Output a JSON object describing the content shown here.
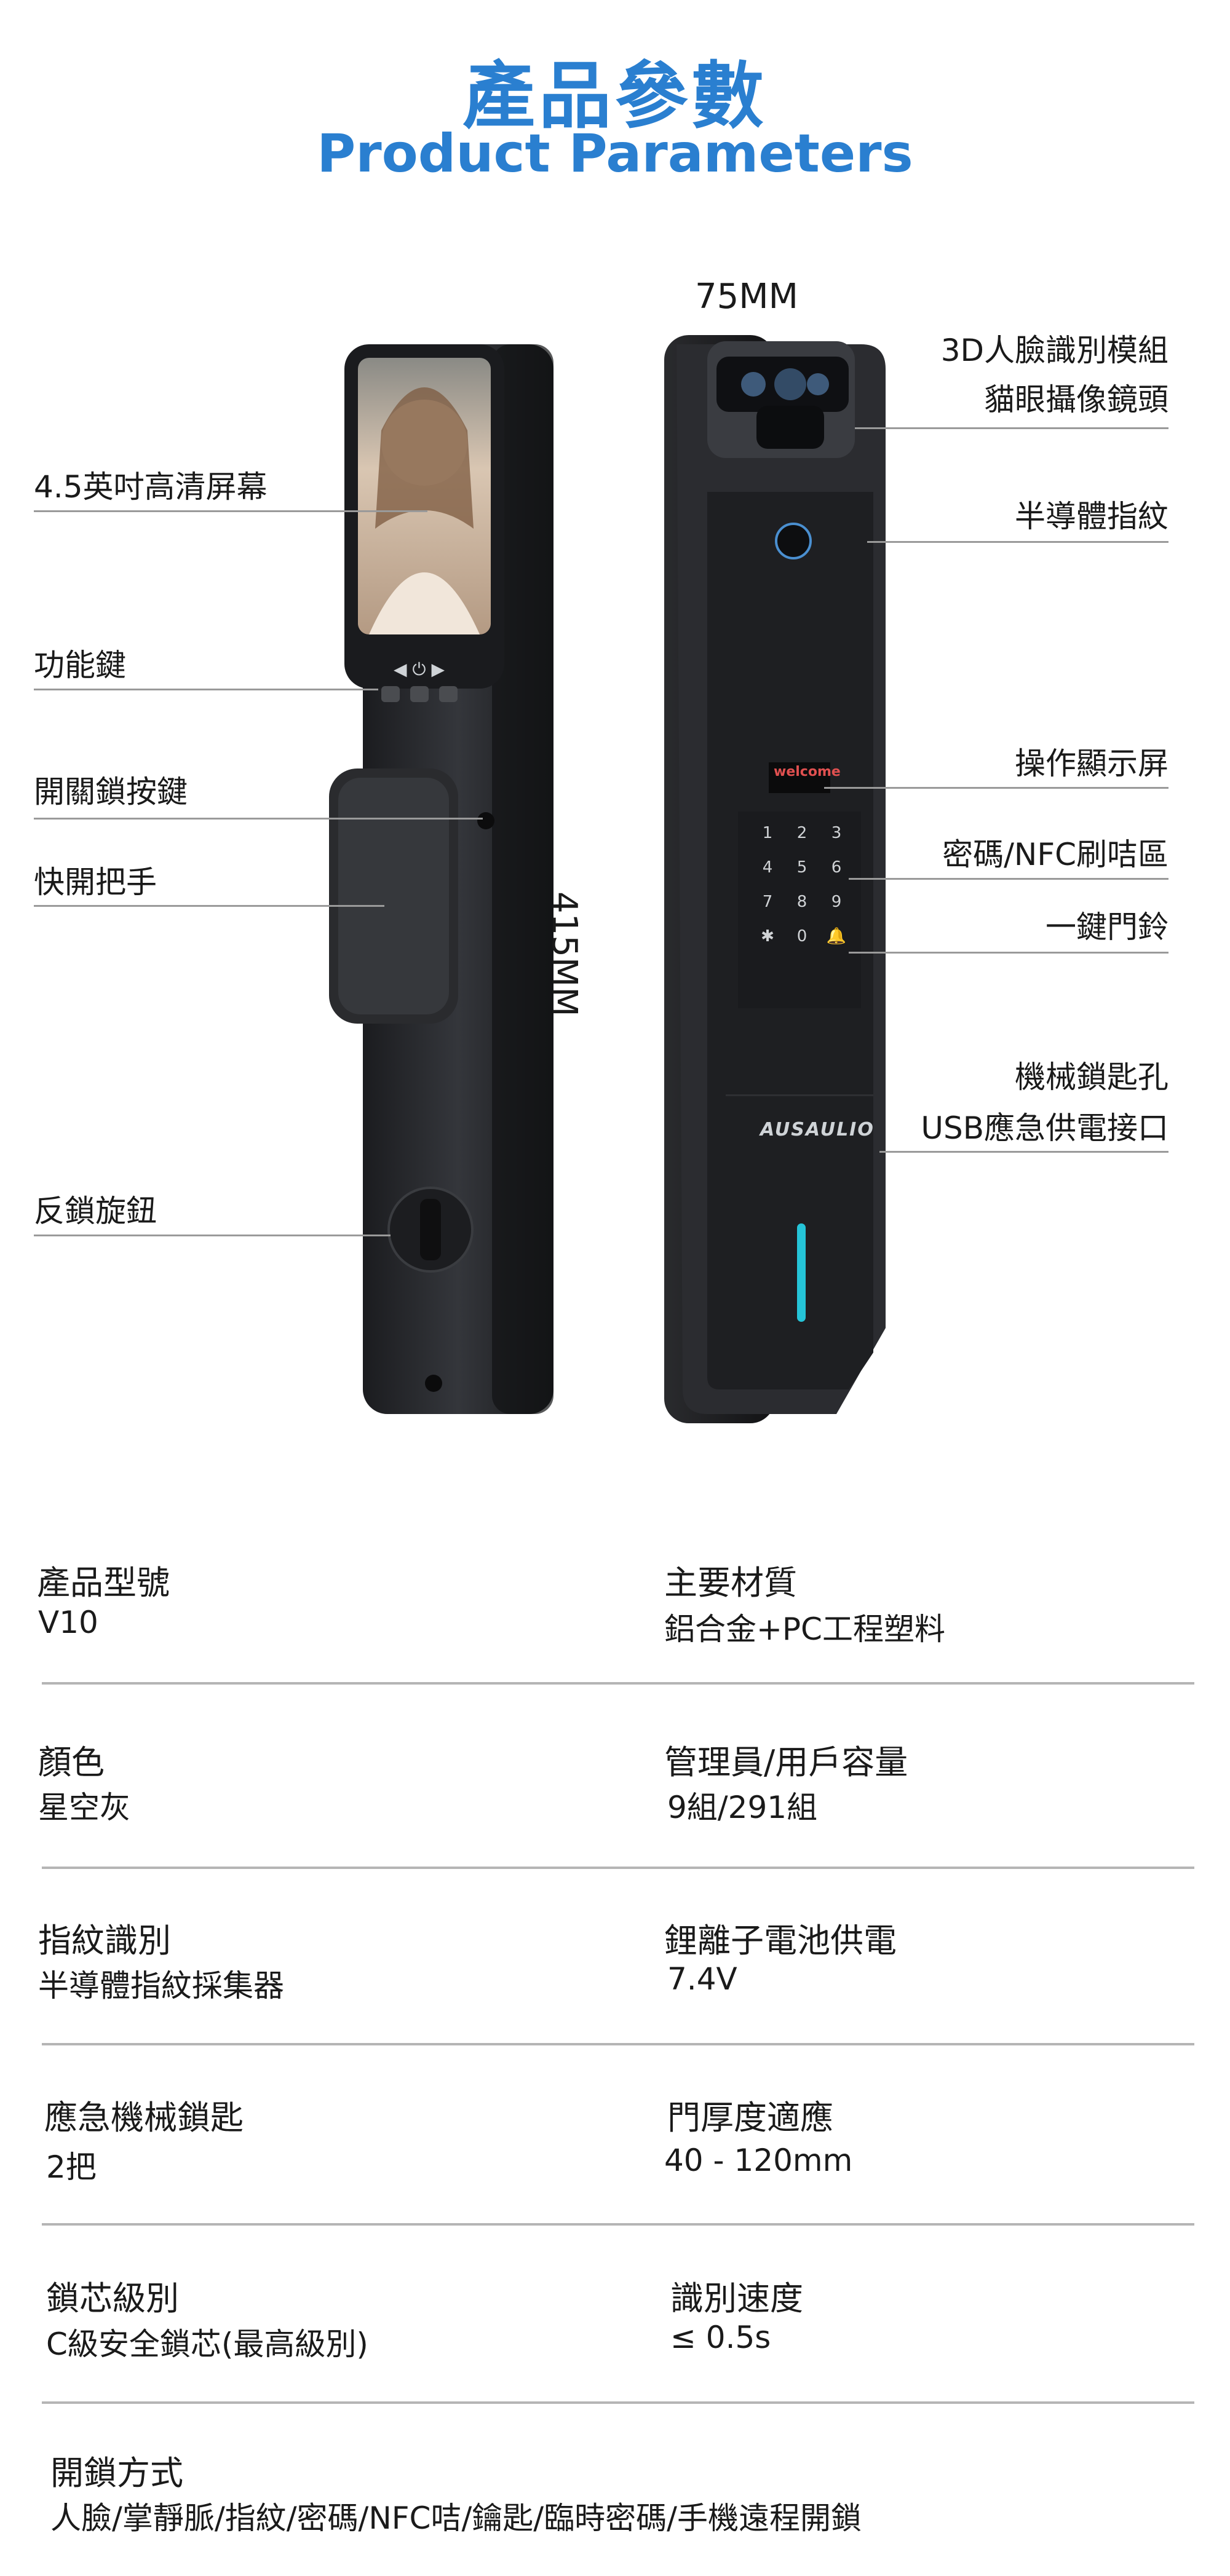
{
  "header": {
    "title_zh": "產品參數",
    "title_en": "Product Parameters"
  },
  "dimensions": {
    "width": "75MM",
    "height": "415MM"
  },
  "left_callouts": [
    "4.5英吋高清屏幕",
    "功能鍵",
    "開關鎖按鍵",
    "快開把手",
    "反鎖旋鈕"
  ],
  "right_callouts": [
    "3D人臉識別模組",
    "貓眼攝像鏡頭",
    "半導體指紋",
    "操作顯示屏",
    "密碼/NFC刷咭區",
    "一鍵門鈴",
    "機械鎖匙孔",
    "USB應急供電接口"
  ],
  "lock_screen": {
    "welcome": "welcome",
    "brand": "AUSAULIO",
    "keypad": [
      "1",
      "2",
      "3",
      "4",
      "5",
      "6",
      "7",
      "8",
      "9",
      "✱",
      "0",
      "🔔"
    ]
  },
  "specs": [
    {
      "label": "產品型號",
      "value": "V10"
    },
    {
      "label": "主要材質",
      "value": "鋁合金+PC工程塑料"
    },
    {
      "label": "顏色",
      "value": "星空灰"
    },
    {
      "label": "管理員/用戶容量",
      "value": "9組/291組"
    },
    {
      "label": "指紋識別",
      "value": "半導體指紋採集器"
    },
    {
      "label": "鋰離子電池供電",
      "value": "7.4V"
    },
    {
      "label": "應急機械鎖匙",
      "value": "2把"
    },
    {
      "label": "門厚度適應",
      "value": "40 - 120mm"
    },
    {
      "label": "鎖芯級別",
      "value": "C級安全鎖芯(最高級別)"
    },
    {
      "label": "識別速度",
      "value": "≤ 0.5s"
    },
    {
      "label": "開鎖方式",
      "value": "人臉/掌靜脈/指紋/密碼/NFC咭/鑰匙/臨時密碼/手機遠程開鎖"
    }
  ]
}
